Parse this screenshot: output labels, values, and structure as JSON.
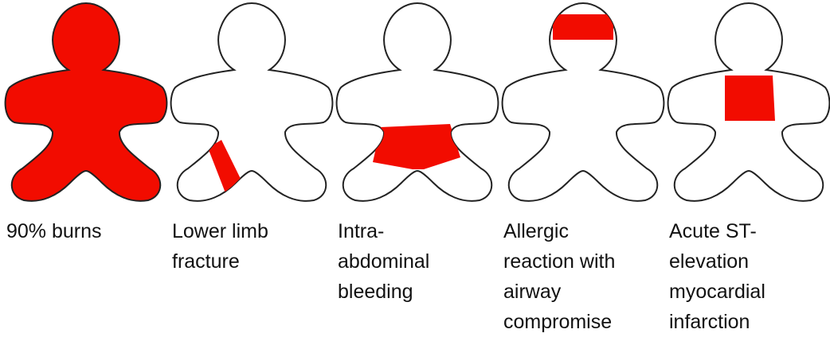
{
  "figure": {
    "highlight_color": "#f20c00",
    "outline_color": "#222222",
    "panels": [
      {
        "caption": "90% burns",
        "highlight": "full-body"
      },
      {
        "caption": "Lower limb\nfracture",
        "highlight": "left-lower-leg"
      },
      {
        "caption": "Intra-\nabdominal\nbleeding",
        "highlight": "abdomen-pelvis"
      },
      {
        "caption": "Allergic\nreaction with\nairway\ncompromise",
        "highlight": "head-band"
      },
      {
        "caption": "Acute ST-\nelevation\nmyocardial\ninfarction",
        "highlight": "chest"
      }
    ]
  }
}
